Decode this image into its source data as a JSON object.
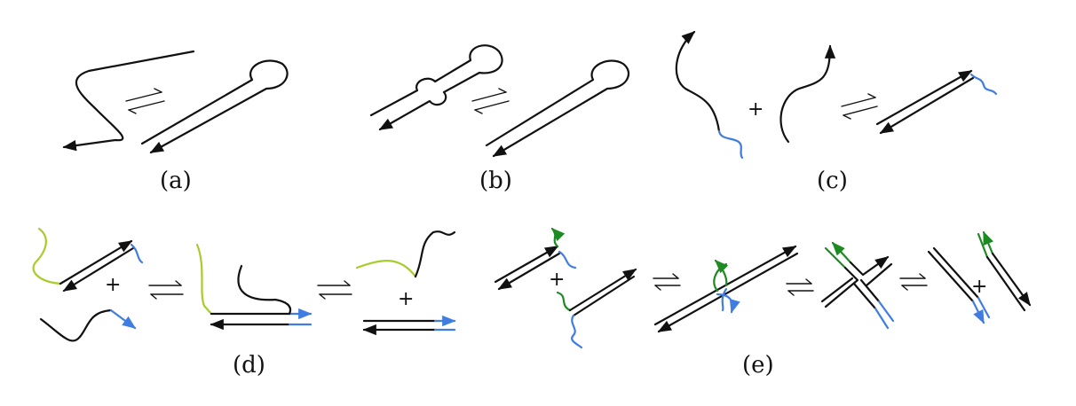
{
  "panels": {
    "a": {
      "label": "(a)"
    },
    "b": {
      "label": "(b)"
    },
    "c": {
      "label": "(c)",
      "plus": "+"
    },
    "d": {
      "label": "(d)",
      "plus1": "+",
      "plus2": "+"
    },
    "e": {
      "label": "(e)",
      "plus1": "+",
      "plus2": "+"
    }
  },
  "colors": {
    "strand": "#111111",
    "toehold_blue": "#3f7de0",
    "toehold_lime": "#a8cc2a",
    "toehold_green": "#1e8a22"
  }
}
